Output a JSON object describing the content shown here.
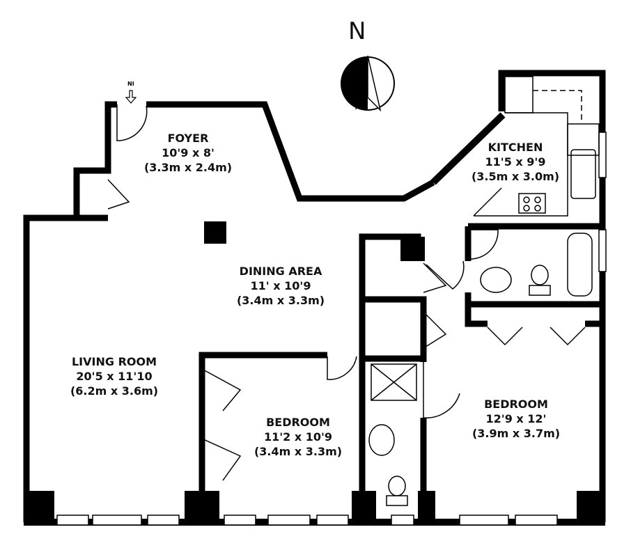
{
  "compass": {
    "letter": "N"
  },
  "entry_marker": "NI",
  "rooms": [
    {
      "id": "foyer",
      "name": "FOYER",
      "imperial": "10'9 x 8'",
      "metric": "(3.3m x 2.4m)"
    },
    {
      "id": "kitchen",
      "name": "KITCHEN",
      "imperial": "11'5 x 9'9",
      "metric": "(3.5m x 3.0m)"
    },
    {
      "id": "dining",
      "name": "DINING AREA",
      "imperial": "11' x 10'9",
      "metric": "(3.4m x 3.3m)"
    },
    {
      "id": "living",
      "name": "LIVING ROOM",
      "imperial": "20'5 x 11'10",
      "metric": "(6.2m x 3.6m)"
    },
    {
      "id": "bedroom1",
      "name": "BEDROOM",
      "imperial": "11'2 x 10'9",
      "metric": "(3.4m x 3.3m)"
    },
    {
      "id": "bedroom2",
      "name": "BEDROOM",
      "imperial": "12'9 x 12'",
      "metric": "(3.9m x 3.7m)"
    }
  ]
}
